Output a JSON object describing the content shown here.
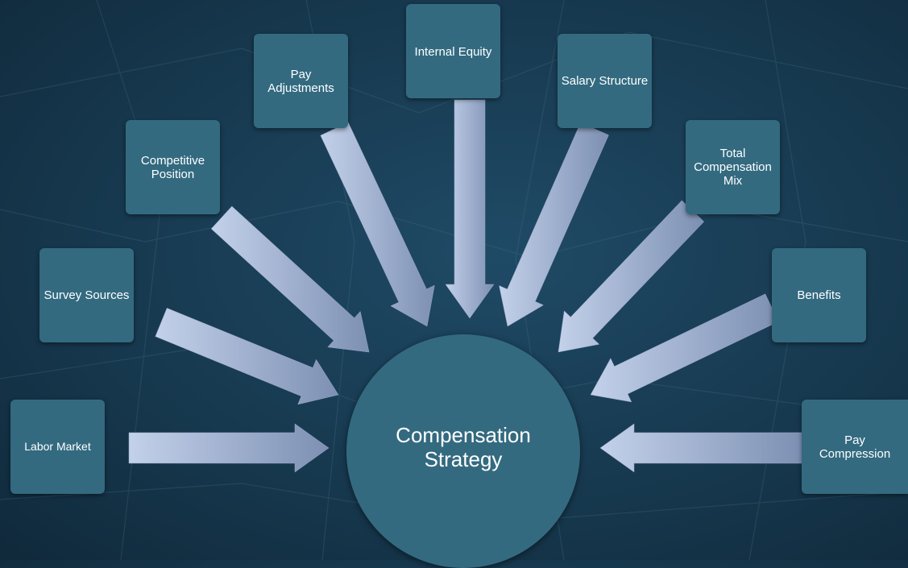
{
  "center": {
    "label_line1": "Compensation",
    "label_line2": "Strategy"
  },
  "factors": {
    "labor_market": "Labor Market",
    "survey_sources": "Survey Sources",
    "competitive_position_line1": "Competitive",
    "competitive_position_line2": "Position",
    "pay_adjustments_line1": "Pay",
    "pay_adjustments_line2": "Adjustments",
    "internal_equity": "Internal Equity",
    "salary_structure": "Salary Structure",
    "total_comp_line1": "Total",
    "total_comp_line2": "Compensation",
    "total_comp_line3": "Mix",
    "benefits": "Benefits",
    "pay_compression_line1": "Pay",
    "pay_compression_line2": "Compression"
  },
  "colors": {
    "box_fill": "#336a80",
    "arrow_light": "#b8c8e2",
    "arrow_dark": "#7d90b3",
    "background": "#17394f"
  }
}
